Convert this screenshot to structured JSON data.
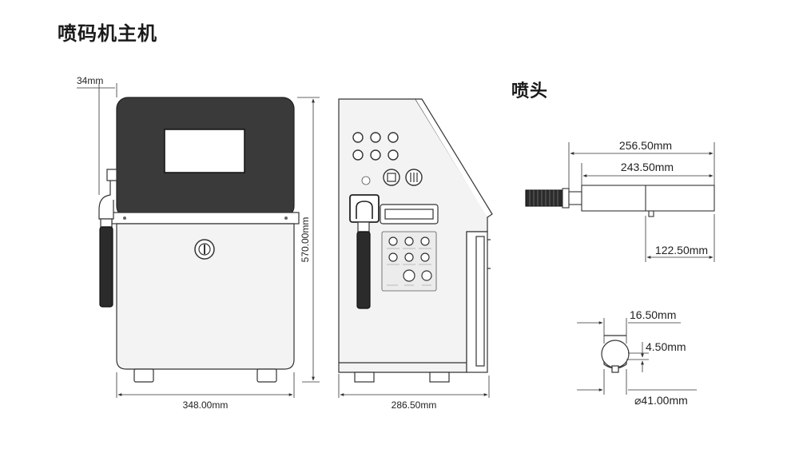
{
  "titles": {
    "main_unit": "喷码机主机",
    "print_head": "喷头"
  },
  "dimensions": {
    "top_depth": "34mm",
    "front_width": "348.00mm",
    "height": "570.00mm",
    "side_depth": "286.50mm",
    "head_total_length": "256.50mm",
    "head_body_length": "243.50mm",
    "head_nozzle_offset": "122.50mm",
    "end_width": "16.50mm",
    "end_pin": "4.50mm",
    "end_diameter": "⌀41.00mm"
  },
  "colors": {
    "line": "#3a3a3a",
    "panel_dark": "#3a3a3a",
    "fill_light": "#f3f3f3",
    "cable": "#2b2b2b"
  }
}
